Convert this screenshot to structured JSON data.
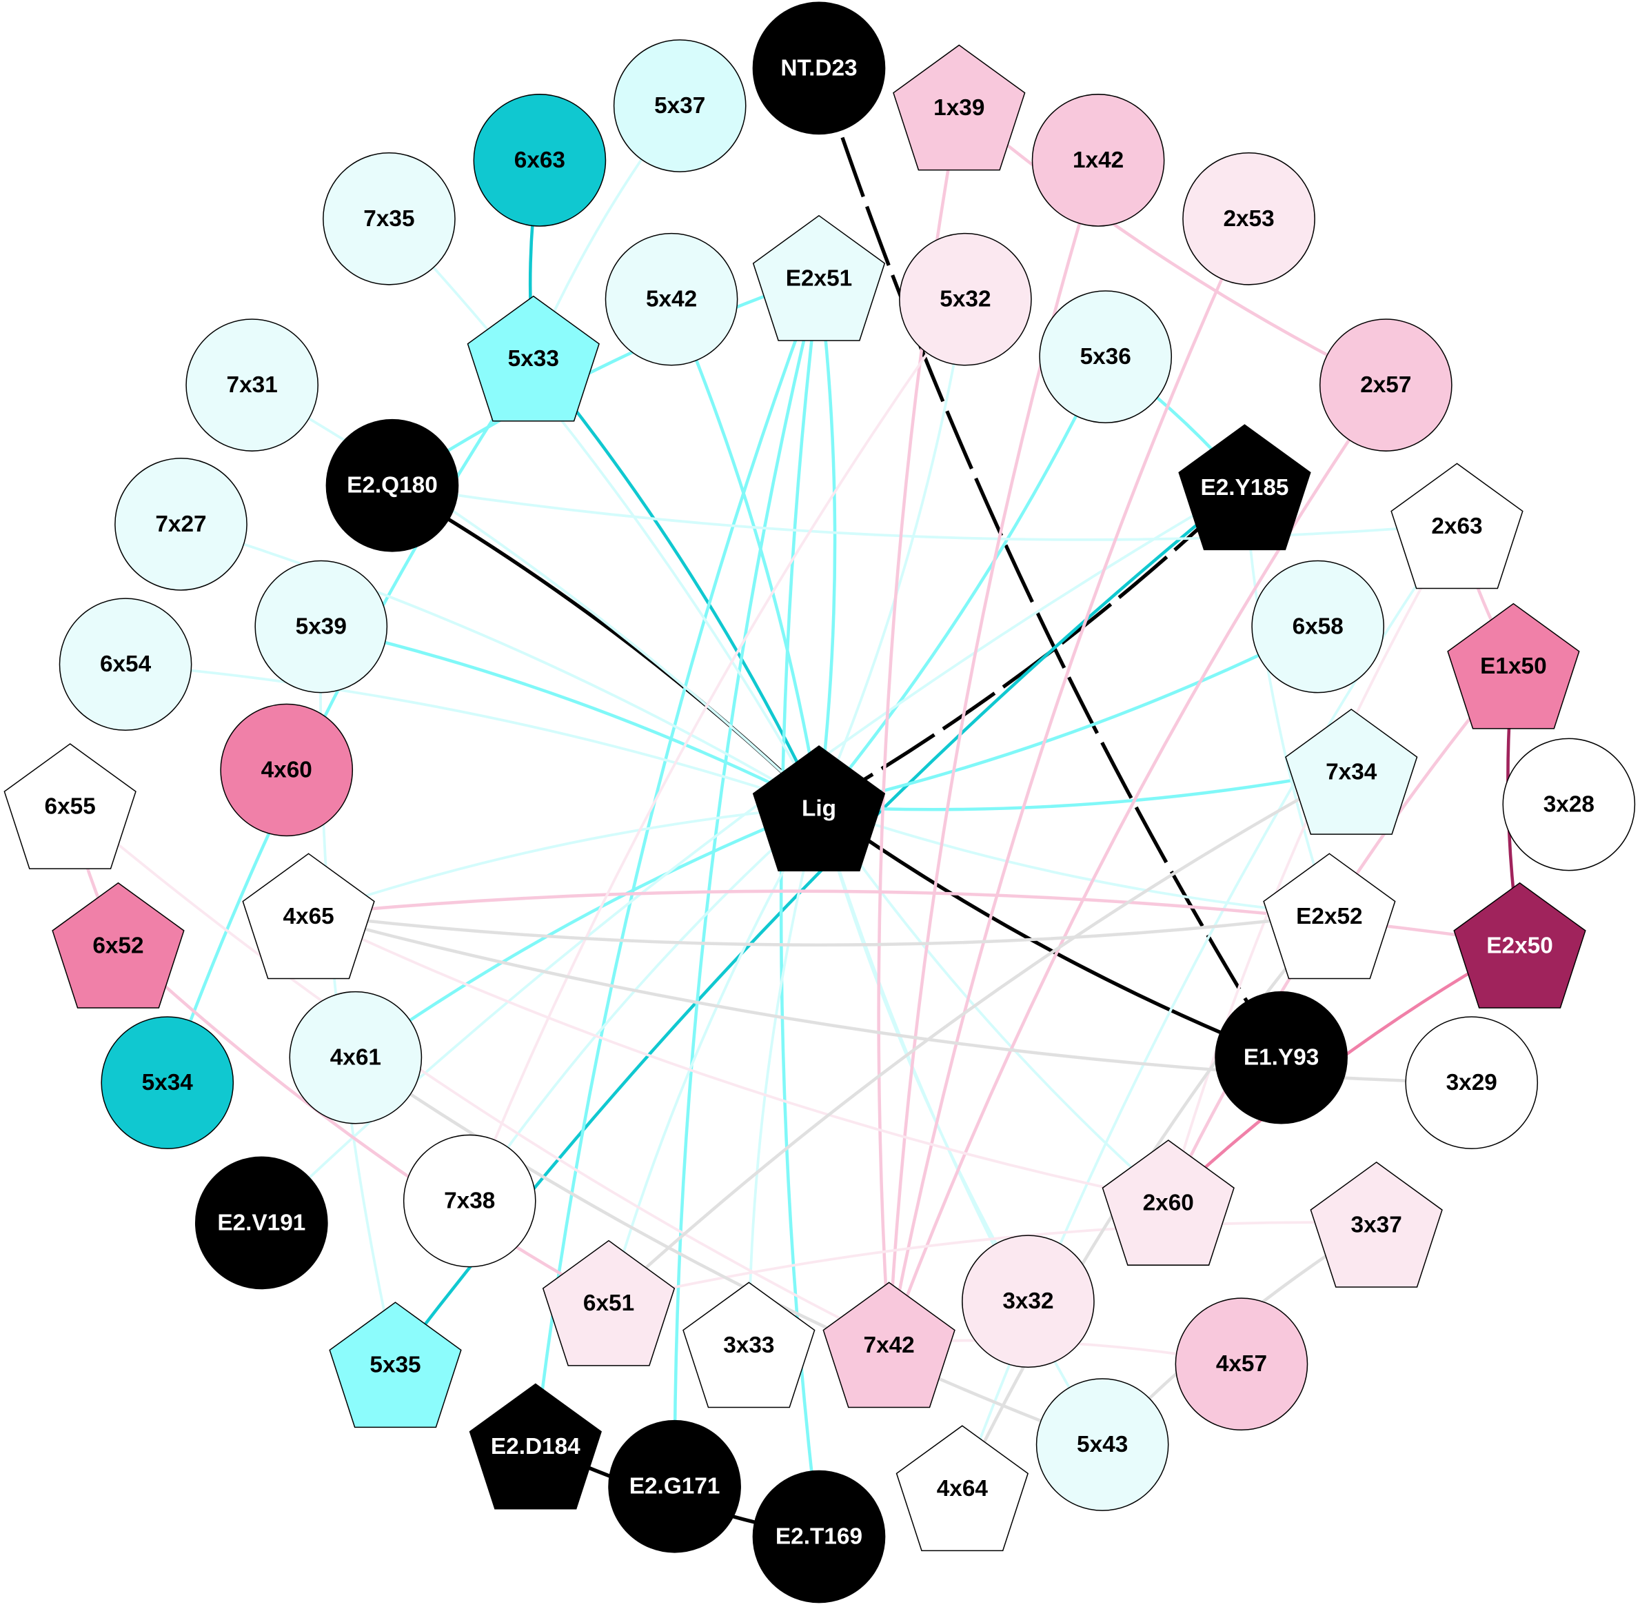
{
  "title": "Ligand interaction network",
  "colors": {
    "black": "#000000",
    "teal": "#10c8d0",
    "cyan": "#80f8f8",
    "cyan_light": "#d4fcfc",
    "pink": "#f8c8dc",
    "pink_light": "#fbe8f0",
    "magenta": "#f080a8",
    "plum": "#a0235c",
    "gray": "#e0e0e0"
  },
  "nodes": [
    {
      "id": "Lig",
      "label": "Lig",
      "shape": "pentagon",
      "fill": "#000000",
      "text_color": "#ffffff"
    },
    {
      "id": "NT.D23",
      "label": "NT.D23",
      "shape": "circle",
      "fill": "#000000",
      "text_color": "#ffffff"
    },
    {
      "id": "1x39",
      "label": "1x39",
      "shape": "pentagon",
      "fill": "#f8c8dc",
      "text_color": "#000000"
    },
    {
      "id": "1x42",
      "label": "1x42",
      "shape": "circle",
      "fill": "#f8c8dc",
      "text_color": "#000000"
    },
    {
      "id": "2x53",
      "label": "2x53",
      "shape": "circle",
      "fill": "#fbe8f0",
      "text_color": "#000000"
    },
    {
      "id": "2x57",
      "label": "2x57",
      "shape": "circle",
      "fill": "#f8c8dc",
      "text_color": "#000000"
    },
    {
      "id": "2x63",
      "label": "2x63",
      "shape": "pentagon",
      "fill": "#ffffff",
      "text_color": "#000000"
    },
    {
      "id": "E1x50",
      "label": "E1x50",
      "shape": "pentagon",
      "fill": "#f080a8",
      "text_color": "#000000"
    },
    {
      "id": "3x28",
      "label": "3x28",
      "shape": "circle",
      "fill": "#ffffff",
      "text_color": "#000000"
    },
    {
      "id": "E2x50",
      "label": "E2x50",
      "shape": "pentagon",
      "fill": "#a0235c",
      "text_color": "#ffffff"
    },
    {
      "id": "3x29",
      "label": "3x29",
      "shape": "circle",
      "fill": "#ffffff",
      "text_color": "#000000"
    },
    {
      "id": "3x37",
      "label": "3x37",
      "shape": "pentagon",
      "fill": "#fbe8f0",
      "text_color": "#000000"
    },
    {
      "id": "4x57",
      "label": "4x57",
      "shape": "circle",
      "fill": "#f8c8dc",
      "text_color": "#000000"
    },
    {
      "id": "5x43",
      "label": "5x43",
      "shape": "circle",
      "fill": "#e8fcfc",
      "text_color": "#000000"
    },
    {
      "id": "4x64",
      "label": "4x64",
      "shape": "pentagon",
      "fill": "#ffffff",
      "text_color": "#000000"
    },
    {
      "id": "E2.T169",
      "label": "E2.T169",
      "shape": "circle",
      "fill": "#000000",
      "text_color": "#ffffff"
    },
    {
      "id": "E2.G171",
      "label": "E2.G171",
      "shape": "circle",
      "fill": "#000000",
      "text_color": "#ffffff"
    },
    {
      "id": "E2.D184",
      "label": "E2.D184",
      "shape": "pentagon",
      "fill": "#000000",
      "text_color": "#ffffff"
    },
    {
      "id": "5x35",
      "label": "5x35",
      "shape": "pentagon",
      "fill": "#8cfcfc",
      "text_color": "#000000"
    },
    {
      "id": "E2.V191",
      "label": "E2.V191",
      "shape": "circle",
      "fill": "#000000",
      "text_color": "#ffffff"
    },
    {
      "id": "5x34",
      "label": "5x34",
      "shape": "circle",
      "fill": "#10c8d0",
      "text_color": "#000000"
    },
    {
      "id": "6x52",
      "label": "6x52",
      "shape": "pentagon",
      "fill": "#f080a8",
      "text_color": "#000000"
    },
    {
      "id": "6x55",
      "label": "6x55",
      "shape": "pentagon",
      "fill": "#ffffff",
      "text_color": "#000000"
    },
    {
      "id": "6x54",
      "label": "6x54",
      "shape": "circle",
      "fill": "#e8fcfc",
      "text_color": "#000000"
    },
    {
      "id": "7x27",
      "label": "7x27",
      "shape": "circle",
      "fill": "#e8fcfc",
      "text_color": "#000000"
    },
    {
      "id": "7x31",
      "label": "7x31",
      "shape": "circle",
      "fill": "#e8fcfc",
      "text_color": "#000000"
    },
    {
      "id": "7x35",
      "label": "7x35",
      "shape": "circle",
      "fill": "#e8fcfc",
      "text_color": "#000000"
    },
    {
      "id": "6x63",
      "label": "6x63",
      "shape": "circle",
      "fill": "#10c8d0",
      "text_color": "#000000"
    },
    {
      "id": "5x37",
      "label": "5x37",
      "shape": "circle",
      "fill": "#d8fcfc",
      "text_color": "#000000"
    },
    {
      "id": "E2x51",
      "label": "E2x51",
      "shape": "pentagon",
      "fill": "#e8fcfc",
      "text_color": "#000000"
    },
    {
      "id": "5x32",
      "label": "5x32",
      "shape": "circle",
      "fill": "#fbe8f0",
      "text_color": "#000000"
    },
    {
      "id": "5x36",
      "label": "5x36",
      "shape": "circle",
      "fill": "#e8fcfc",
      "text_color": "#000000"
    },
    {
      "id": "E2.Y185",
      "label": "E2.Y185",
      "shape": "pentagon",
      "fill": "#000000",
      "text_color": "#ffffff"
    },
    {
      "id": "6x58",
      "label": "6x58",
      "shape": "circle",
      "fill": "#e8fcfc",
      "text_color": "#000000"
    },
    {
      "id": "7x34",
      "label": "7x34",
      "shape": "pentagon",
      "fill": "#e8fcfc",
      "text_color": "#000000"
    },
    {
      "id": "E2x52",
      "label": "E2x52",
      "shape": "pentagon",
      "fill": "#ffffff",
      "text_color": "#000000"
    },
    {
      "id": "E1.Y93",
      "label": "E1.Y93",
      "shape": "circle",
      "fill": "#000000",
      "text_color": "#ffffff"
    },
    {
      "id": "2x60",
      "label": "2x60",
      "shape": "pentagon",
      "fill": "#fbe8f0",
      "text_color": "#000000"
    },
    {
      "id": "3x32",
      "label": "3x32",
      "shape": "circle",
      "fill": "#fbe8f0",
      "text_color": "#000000"
    },
    {
      "id": "7x42",
      "label": "7x42",
      "shape": "pentagon",
      "fill": "#f8c8dc",
      "text_color": "#000000"
    },
    {
      "id": "3x33",
      "label": "3x33",
      "shape": "pentagon",
      "fill": "#ffffff",
      "text_color": "#000000"
    },
    {
      "id": "6x51",
      "label": "6x51",
      "shape": "pentagon",
      "fill": "#fbe8f0",
      "text_color": "#000000"
    },
    {
      "id": "7x38",
      "label": "7x38",
      "shape": "circle",
      "fill": "#ffffff",
      "text_color": "#000000"
    },
    {
      "id": "4x61",
      "label": "4x61",
      "shape": "circle",
      "fill": "#e8fcfc",
      "text_color": "#000000"
    },
    {
      "id": "4x65",
      "label": "4x65",
      "shape": "pentagon",
      "fill": "#ffffff",
      "text_color": "#000000"
    },
    {
      "id": "4x60",
      "label": "4x60",
      "shape": "circle",
      "fill": "#f080a8",
      "text_color": "#000000"
    },
    {
      "id": "5x39",
      "label": "5x39",
      "shape": "circle",
      "fill": "#e8fcfc",
      "text_color": "#000000"
    },
    {
      "id": "E2.Q180",
      "label": "E2.Q180",
      "shape": "circle",
      "fill": "#000000",
      "text_color": "#ffffff"
    },
    {
      "id": "5x33",
      "label": "5x33",
      "shape": "pentagon",
      "fill": "#8cfcfc",
      "text_color": "#000000"
    },
    {
      "id": "5x42",
      "label": "5x42",
      "shape": "circle",
      "fill": "#e8fcfc",
      "text_color": "#000000"
    }
  ],
  "edges": [
    {
      "source": "Lig",
      "target": "E2.Q180",
      "color": "#000000",
      "weight": "strong",
      "dashed": false
    },
    {
      "source": "Lig",
      "target": "E2.Y185",
      "color": "#000000",
      "weight": "strong",
      "dashed": true
    },
    {
      "source": "Lig",
      "target": "E1.Y93",
      "color": "#000000",
      "weight": "strong",
      "dashed": false
    },
    {
      "source": "NT.D23",
      "target": "E1.Y93",
      "color": "#000000",
      "weight": "strong",
      "dashed": true
    },
    {
      "source": "E2.D184",
      "target": "E2.T169",
      "color": "#000000",
      "weight": "strong",
      "dashed": false
    },
    {
      "source": "Lig",
      "target": "5x33",
      "color": "#10c8d0",
      "weight": "medium",
      "dashed": false
    },
    {
      "source": "E2.Y185",
      "target": "5x35",
      "color": "#10c8d0",
      "weight": "medium",
      "dashed": false
    },
    {
      "source": "6x63",
      "target": "5x33",
      "color": "#10c8d0",
      "weight": "medium",
      "dashed": false
    },
    {
      "source": "Lig",
      "target": "5x42",
      "color": "#80f8f8",
      "weight": "medium",
      "dashed": false
    },
    {
      "source": "Lig",
      "target": "E2x51",
      "color": "#80f8f8",
      "weight": "medium",
      "dashed": false
    },
    {
      "source": "Lig",
      "target": "5x36",
      "color": "#80f8f8",
      "weight": "medium",
      "dashed": false
    },
    {
      "source": "Lig",
      "target": "5x39",
      "color": "#80f8f8",
      "weight": "medium",
      "dashed": false
    },
    {
      "source": "Lig",
      "target": "6x58",
      "color": "#80f8f8",
      "weight": "medium",
      "dashed": false
    },
    {
      "source": "Lig",
      "target": "7x34",
      "color": "#80f8f8",
      "weight": "medium",
      "dashed": false
    },
    {
      "source": "Lig",
      "target": "4x61",
      "color": "#80f8f8",
      "weight": "medium",
      "dashed": false
    },
    {
      "source": "E2x51",
      "target": "E2.Q180",
      "color": "#80f8f8",
      "weight": "medium",
      "dashed": false
    },
    {
      "source": "E2x51",
      "target": "E2.T169",
      "color": "#80f8f8",
      "weight": "medium",
      "dashed": false
    },
    {
      "source": "E2x51",
      "target": "E2.G171",
      "color": "#80f8f8",
      "weight": "medium",
      "dashed": false
    },
    {
      "source": "E2x51",
      "target": "E2.D184",
      "color": "#80f8f8",
      "weight": "medium",
      "dashed": false
    },
    {
      "source": "E2.Y185",
      "target": "5x36",
      "color": "#80f8f8",
      "weight": "medium",
      "dashed": false
    },
    {
      "source": "5x33",
      "target": "5x34",
      "color": "#80f8f8",
      "weight": "medium",
      "dashed": false
    },
    {
      "source": "Lig",
      "target": "7x31",
      "color": "#d4fcfc",
      "weight": "light",
      "dashed": false
    },
    {
      "source": "Lig",
      "target": "7x27",
      "color": "#d4fcfc",
      "weight": "light",
      "dashed": false
    },
    {
      "source": "Lig",
      "target": "6x54",
      "color": "#d4fcfc",
      "weight": "light",
      "dashed": false
    },
    {
      "source": "Lig",
      "target": "4x65",
      "color": "#d4fcfc",
      "weight": "light",
      "dashed": false
    },
    {
      "source": "Lig",
      "target": "E2x52",
      "color": "#d4fcfc",
      "weight": "light",
      "dashed": false
    },
    {
      "source": "Lig",
      "target": "7x35",
      "color": "#d4fcfc",
      "weight": "light",
      "dashed": false
    },
    {
      "source": "Lig",
      "target": "5x32",
      "color": "#d4fcfc",
      "weight": "light",
      "dashed": false
    },
    {
      "source": "Lig",
      "target": "3x32",
      "color": "#d4fcfc",
      "weight": "light",
      "dashed": false
    },
    {
      "source": "Lig",
      "target": "5x43",
      "color": "#d4fcfc",
      "weight": "light",
      "dashed": false
    },
    {
      "source": "Lig",
      "target": "3x33",
      "color": "#d4fcfc",
      "weight": "light",
      "dashed": false
    },
    {
      "source": "Lig",
      "target": "6x51",
      "color": "#d4fcfc",
      "weight": "light",
      "dashed": false
    },
    {
      "source": "Lig",
      "target": "7x38",
      "color": "#d4fcfc",
      "weight": "light",
      "dashed": false
    },
    {
      "source": "Lig",
      "target": "2x60",
      "color": "#d4fcfc",
      "weight": "light",
      "dashed": false
    },
    {
      "source": "5x37",
      "target": "5x33",
      "color": "#d4fcfc",
      "weight": "light",
      "dashed": false
    },
    {
      "source": "E2.Q180",
      "target": "2x63",
      "color": "#d4fcfc",
      "weight": "light",
      "dashed": false
    },
    {
      "source": "5x39",
      "target": "5x35",
      "color": "#d4fcfc",
      "weight": "light",
      "dashed": false
    },
    {
      "source": "E2.Y185",
      "target": "E2x52",
      "color": "#d4fcfc",
      "weight": "light",
      "dashed": false
    },
    {
      "source": "2x63",
      "target": "4x64",
      "color": "#d4fcfc",
      "weight": "light",
      "dashed": false
    },
    {
      "source": "E2.Y185",
      "target": "E2.V191",
      "color": "#d4fcfc",
      "weight": "light",
      "dashed": false
    },
    {
      "source": "1x39",
      "target": "2x57",
      "color": "#f8c8dc",
      "weight": "medium",
      "dashed": false
    },
    {
      "source": "1x39",
      "target": "7x42",
      "color": "#f8c8dc",
      "weight": "medium",
      "dashed": false
    },
    {
      "source": "1x42",
      "target": "7x42",
      "color": "#f8c8dc",
      "weight": "medium",
      "dashed": false
    },
    {
      "source": "2x53",
      "target": "7x42",
      "color": "#f8c8dc",
      "weight": "medium",
      "dashed": false
    },
    {
      "source": "2x57",
      "target": "7x42",
      "color": "#f8c8dc",
      "weight": "medium",
      "dashed": false
    },
    {
      "source": "E2x50",
      "target": "4x65",
      "color": "#f8c8dc",
      "weight": "medium",
      "dashed": false
    },
    {
      "source": "E1x50",
      "target": "2x60",
      "color": "#f8c8dc",
      "weight": "medium",
      "dashed": false
    },
    {
      "source": "2x63",
      "target": "E1x50",
      "color": "#f8c8dc",
      "weight": "medium",
      "dashed": false
    },
    {
      "source": "6x52",
      "target": "6x51",
      "color": "#f8c8dc",
      "weight": "medium",
      "dashed": false
    },
    {
      "source": "6x55",
      "target": "6x52",
      "color": "#f8c8dc",
      "weight": "medium",
      "dashed": false
    },
    {
      "source": "4x65",
      "target": "2x60",
      "color": "#fbe8f0",
      "weight": "light",
      "dashed": false
    },
    {
      "source": "6x55",
      "target": "7x42",
      "color": "#fbe8f0",
      "weight": "light",
      "dashed": false
    },
    {
      "source": "3x37",
      "target": "6x51",
      "color": "#fbe8f0",
      "weight": "light",
      "dashed": false
    },
    {
      "source": "4x57",
      "target": "7x42",
      "color": "#fbe8f0",
      "weight": "light",
      "dashed": false
    },
    {
      "source": "5x32",
      "target": "7x38",
      "color": "#fbe8f0",
      "weight": "light",
      "dashed": false
    },
    {
      "source": "2x63",
      "target": "2x60",
      "color": "#fbe8f0",
      "weight": "light",
      "dashed": false
    },
    {
      "source": "E1x50",
      "target": "E2x50",
      "color": "#a0235c",
      "weight": "medium",
      "dashed": false
    },
    {
      "source": "E2x50",
      "target": "2x60",
      "color": "#f080a8",
      "weight": "medium",
      "dashed": false
    },
    {
      "source": "4x65",
      "target": "E2x52",
      "color": "#e0e0e0",
      "weight": "medium",
      "dashed": false
    },
    {
      "source": "4x65",
      "target": "3x29",
      "color": "#e0e0e0",
      "weight": "medium",
      "dashed": false
    },
    {
      "source": "7x34",
      "target": "6x51",
      "color": "#e0e0e0",
      "weight": "medium",
      "dashed": false
    },
    {
      "source": "4x61",
      "target": "5x43",
      "color": "#e0e0e0",
      "weight": "medium",
      "dashed": false
    },
    {
      "source": "3x37",
      "target": "5x43",
      "color": "#e0e0e0",
      "weight": "medium",
      "dashed": false
    },
    {
      "source": "E2x52",
      "target": "4x64",
      "color": "#e0e0e0",
      "weight": "medium",
      "dashed": false
    }
  ]
}
